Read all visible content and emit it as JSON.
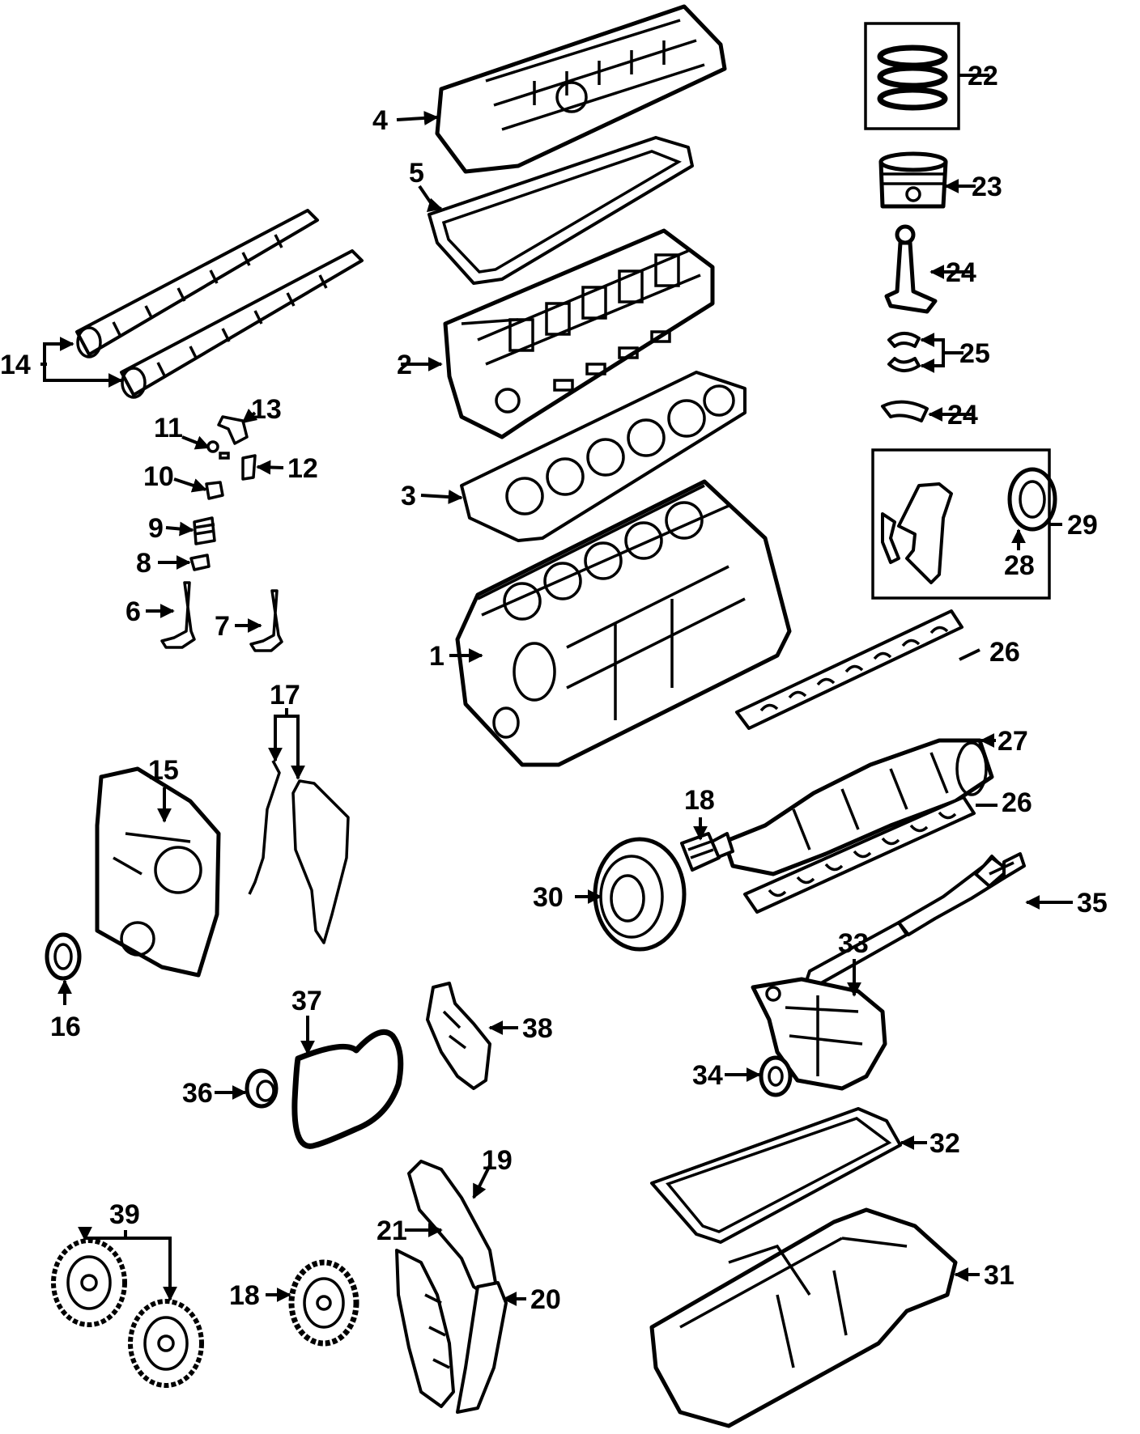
{
  "callouts": {
    "c1": "1",
    "c2": "2",
    "c3": "3",
    "c4": "4",
    "c5": "5",
    "c6": "6",
    "c7": "7",
    "c8": "8",
    "c9": "9",
    "c10": "10",
    "c11": "11",
    "c12": "12",
    "c13": "13",
    "c14": "14",
    "c15": "15",
    "c16": "16",
    "c17": "17",
    "c18a": "18",
    "c18b": "18",
    "c19": "19",
    "c20": "20",
    "c21": "21",
    "c22": "22",
    "c23": "23",
    "c24a": "24",
    "c24b": "24",
    "c25": "25",
    "c26a": "26",
    "c26b": "26",
    "c27": "27",
    "c28": "28",
    "c29": "29",
    "c30": "30",
    "c31": "31",
    "c32": "32",
    "c33": "33",
    "c34": "34",
    "c35": "35",
    "c36": "36",
    "c37": "37",
    "c38": "38",
    "c39": "39"
  },
  "colors": {
    "line": "#000000",
    "background": "#ffffff"
  }
}
